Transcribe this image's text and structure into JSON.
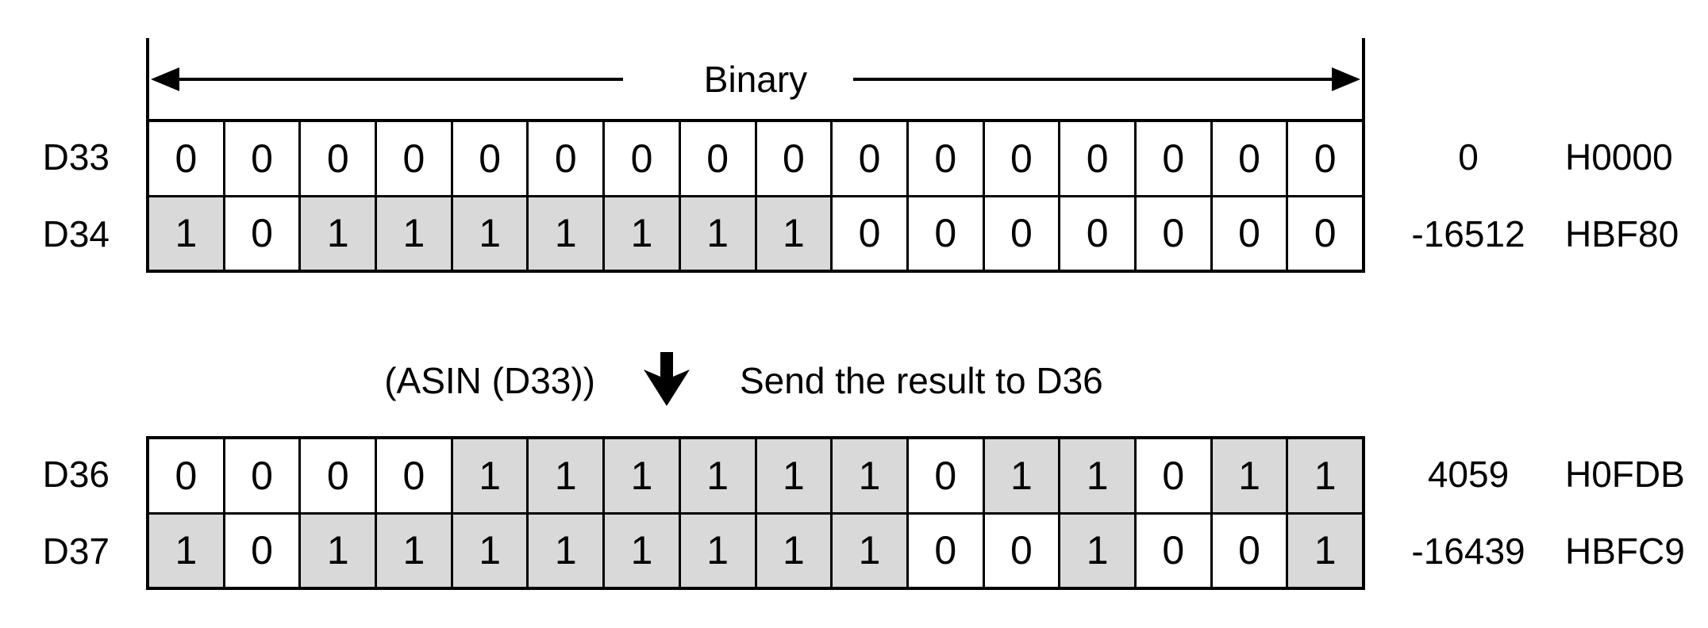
{
  "diagram": {
    "binary_label": "Binary",
    "operation": {
      "expression": "(ASIN (D33))",
      "arrow_icon": "bold-down-arrow",
      "description": "Send the result to D36"
    },
    "colors": {
      "line": "#000000",
      "bit_on_fill": "#d9d9d9",
      "bit_off_fill": "#ffffff"
    },
    "top_table": {
      "rows": [
        {
          "register": "D33",
          "bits": [
            0,
            0,
            0,
            0,
            0,
            0,
            0,
            0,
            0,
            0,
            0,
            0,
            0,
            0,
            0,
            0
          ],
          "decimal": "0",
          "hex": "H0000"
        },
        {
          "register": "D34",
          "bits": [
            1,
            0,
            1,
            1,
            1,
            1,
            1,
            1,
            1,
            0,
            0,
            0,
            0,
            0,
            0,
            0
          ],
          "decimal": "-16512",
          "hex": "HBF80"
        }
      ]
    },
    "bottom_table": {
      "rows": [
        {
          "register": "D36",
          "bits": [
            0,
            0,
            0,
            0,
            1,
            1,
            1,
            1,
            1,
            1,
            0,
            1,
            1,
            0,
            1,
            1
          ],
          "decimal": "4059",
          "hex": "H0FDB"
        },
        {
          "register": "D37",
          "bits": [
            1,
            0,
            1,
            1,
            1,
            1,
            1,
            1,
            1,
            1,
            0,
            0,
            1,
            0,
            0,
            1
          ],
          "decimal": "-16439",
          "hex": "HBFC9"
        }
      ]
    }
  }
}
